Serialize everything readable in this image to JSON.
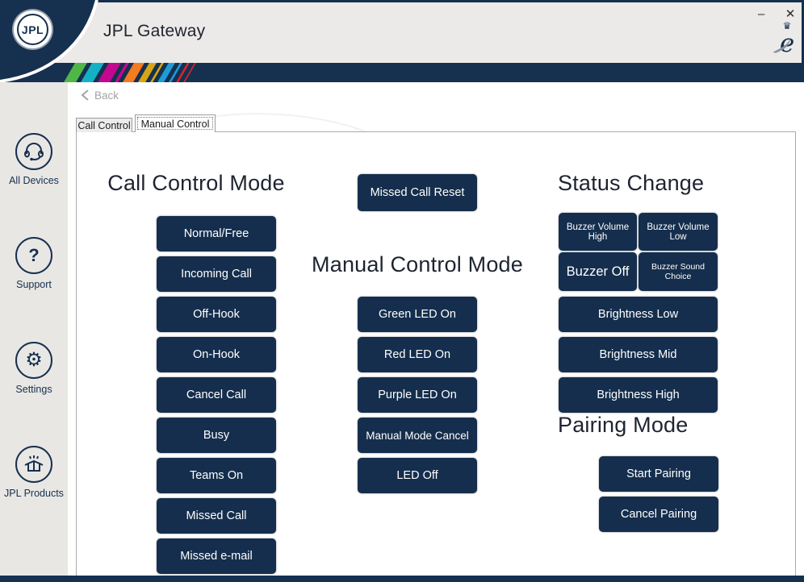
{
  "window": {
    "minimize_glyph": "–",
    "close_glyph": "✕"
  },
  "header": {
    "title": "JPL Gateway",
    "logo_text": "JPL",
    "award_crown_glyph": "♛",
    "award_letter": "e"
  },
  "nav": {
    "back_label": "Back"
  },
  "tabs": [
    {
      "label": "Call Control",
      "active": false
    },
    {
      "label": "Manual Control",
      "active": true
    }
  ],
  "sidebar": {
    "items": [
      {
        "label": "All Devices",
        "icon": "headset-icon"
      },
      {
        "label": "Support",
        "icon": "question-icon"
      },
      {
        "label": "Settings",
        "icon": "gear-icon"
      },
      {
        "label": "JPL Products",
        "icon": "open-box-icon"
      }
    ]
  },
  "sections": {
    "call_control": {
      "title": "Call Control Mode",
      "buttons": [
        "Normal/Free",
        "Incoming Call",
        "Off-Hook",
        "On-Hook",
        "Cancel Call",
        "Busy",
        "Teams On",
        "Missed Call",
        "Missed e-mail"
      ]
    },
    "manual_control": {
      "reset_button": "Missed Call Reset",
      "title": "Manual Control Mode",
      "buttons": [
        "Green LED On",
        "Red LED On",
        "Purple LED On",
        "Manual Mode Cancel",
        "LED Off"
      ]
    },
    "status_change": {
      "title": "Status Change",
      "small_buttons": [
        "Buzzer Volume High",
        "Buzzer Volume Low",
        "Buzzer Off",
        "Buzzer Sound Choice"
      ],
      "wide_buttons": [
        "Brightness Low",
        "Brightness Mid",
        "Brightness High"
      ]
    },
    "pairing": {
      "title": "Pairing Mode",
      "buttons": [
        "Start Pairing",
        "Cancel Pairing"
      ]
    }
  },
  "colors": {
    "navy": "#16304f",
    "button": "#152e4d",
    "titlebar": "#eceae8",
    "sidebar_bg": "#e9e7e4",
    "stripes": [
      {
        "color": "#4eb748",
        "width": 15
      },
      {
        "color": "#14b1c5",
        "width": 15
      },
      {
        "color": "#c4078f",
        "width": 15
      },
      {
        "color": "#c4078f",
        "width": 4
      },
      {
        "color": "#f47b20",
        "width": 13
      },
      {
        "color": "#d6a516",
        "width": 9
      },
      {
        "color": "#d6a516",
        "width": 3
      },
      {
        "color": "#1e9cd7",
        "width": 8
      },
      {
        "color": "#1e9cd7",
        "width": 3
      },
      {
        "color": "#d22730",
        "width": 3
      },
      {
        "color": "#d22730",
        "width": 2
      }
    ]
  }
}
